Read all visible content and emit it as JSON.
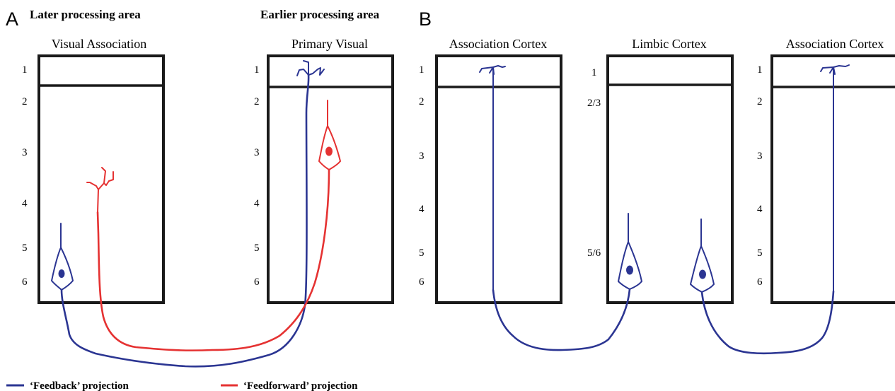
{
  "panels": {
    "a": {
      "letter": "A",
      "later_heading": "Later processing  area",
      "earlier_heading": "Earlier processing area",
      "areas": [
        {
          "title": "Visual Association",
          "layers": [
            "1",
            "2",
            "3",
            "4",
            "5",
            "6"
          ]
        },
        {
          "title": "Primary Visual",
          "layers": [
            "1",
            "2",
            "3",
            "4",
            "5",
            "6"
          ]
        }
      ]
    },
    "b": {
      "letter": "B",
      "areas": [
        {
          "title": "Association Cortex",
          "layers": [
            "1",
            "2",
            "3",
            "4",
            "5",
            "6"
          ]
        },
        {
          "title": "Limbic Cortex",
          "layers": [
            "1",
            "2/3",
            "5/6"
          ]
        },
        {
          "title": "Association Cortex",
          "layers": [
            "1",
            "2",
            "3",
            "4",
            "5",
            "6"
          ]
        }
      ]
    }
  },
  "legend": {
    "feedback": {
      "label": "‘Feedback’ projection",
      "color": "#2b3592"
    },
    "feedforward": {
      "label": "‘Feedforward’ projection",
      "color": "#e53232"
    }
  }
}
